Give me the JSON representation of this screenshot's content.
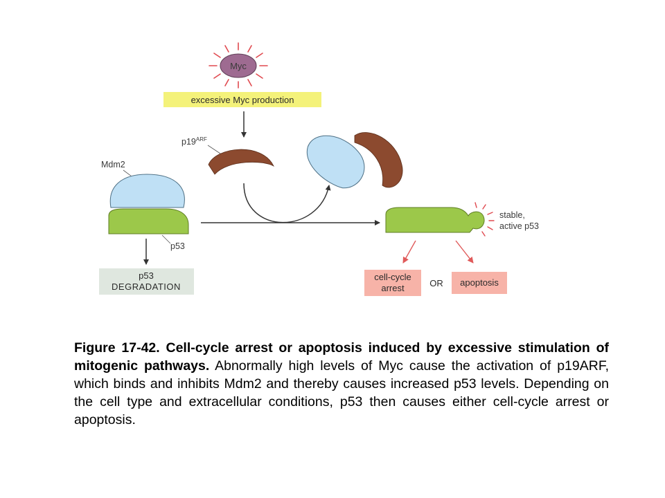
{
  "diagram": {
    "myc_label": "Myc",
    "myc_production_label": "excessive Myc production",
    "p19arf_label_base": "p19",
    "p19arf_label_sup": "ARF",
    "mdm2_label": "Mdm2",
    "p53_label": "p53",
    "p53_degradation_line1": "p53",
    "p53_degradation_line2": "DEGRADATION",
    "stable_p53_line1": "stable,",
    "stable_p53_line2": "active p53",
    "cell_cycle_arrest_line1": "cell-cycle",
    "cell_cycle_arrest_line2": "arrest",
    "or_label": "OR",
    "apoptosis_label": "apoptosis",
    "colors": {
      "myc": "#9e6b91",
      "myc_rays": "#e0494f",
      "highlight_yellow": "#f4f27a",
      "p19arf": "#8c4a2f",
      "mdm2": "#bfe0f5",
      "p53": "#9cc84a",
      "degradation_box": "#dfe7df",
      "outcome_box": "#f7b3a8",
      "red_arrow": "#e05a5a"
    }
  },
  "caption": {
    "title": "Figure 17-42. Cell-cycle arrest or apoptosis induced by excessive stimulation of mitogenic pathways.",
    "body": " Abnormally high levels of Myc cause the activation of p19ARF, which binds and inhibits Mdm2 and thereby causes increased p53 levels. Depending on the cell type and extracellular conditions, p53 then causes either cell-cycle arrest or apoptosis."
  }
}
